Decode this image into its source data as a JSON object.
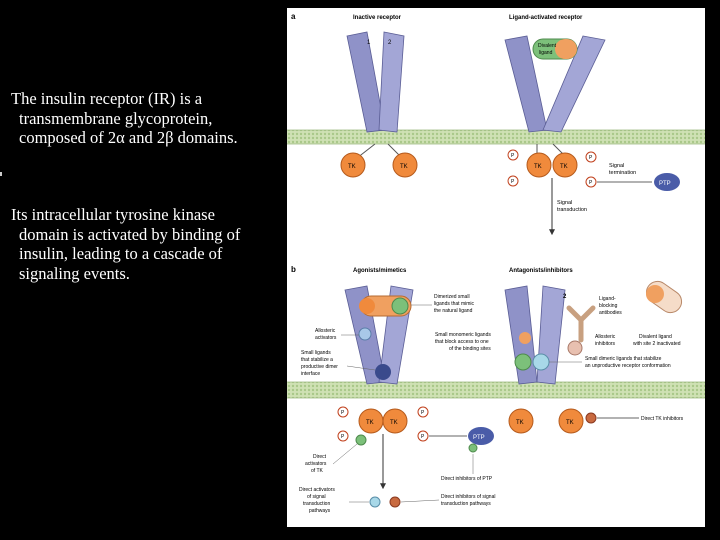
{
  "text": {
    "paragraph_1": {
      "line_1": "The insulin receptor (IR) is a",
      "line_2": "transmembrane glycoprotein,",
      "line_3": "composed of 2α and 2β domains."
    },
    "paragraph_2": {
      "line_1": "Its intracellular tyrosine kinase",
      "line_2": "domain is activated by binding of",
      "line_3": "insulin, leading to a cascade of",
      "line_4": "signaling events."
    }
  },
  "figure": {
    "panel_a": {
      "letter": "a",
      "inactive_title": "Inactive receptor",
      "active_title": "Ligand-activated receptor",
      "subunit_1": "1",
      "subunit_2": "2",
      "ligand_line_1": "Divalent",
      "ligand_line_2": "ligand",
      "tk": "TK",
      "p": "P",
      "ptp": "PTP",
      "signal_termination_1": "Signal",
      "signal_termination_2": "termination",
      "signal_transduction_1": "Signal",
      "signal_transduction_2": "transduction"
    },
    "panel_b": {
      "letter": "b",
      "agonists_title": "Agonists/mimetics",
      "antagonists_title": "Antagonists/inhibitors",
      "tk": "TK",
      "p": "P",
      "ptp": "PTP",
      "site_2": "2",
      "dimerized_1": "Dimerized small",
      "dimerized_2": "ligands that mimic",
      "dimerized_3": "the natural ligand",
      "allosteric_act_1": "Allosteric",
      "allosteric_act_2": "activators",
      "small_ligand_1": "Small ligands",
      "small_ligand_2": "that stabilize a",
      "small_ligand_3": "productive dimer",
      "small_ligand_4": "interface",
      "monomeric_1": "Small monomeric ligands",
      "monomeric_2": "that block access to one",
      "monomeric_3": "of the binding sites",
      "ligand_blocking_1": "Ligand-",
      "ligand_blocking_2": "blocking",
      "ligand_blocking_3": "antibodies",
      "allosteric_inh_1": "Allosteric",
      "allosteric_inh_2": "inhibitors",
      "divalent_inact_1": "Divalent ligand",
      "divalent_inact_2": "with site 2 inactivated",
      "dimeric_stab_1": "Small dimeric ligands that stabilize",
      "dimeric_stab_2": "an unproductive receptor conformation",
      "direct_tk_inhibitors": "Direct TK inhibitors",
      "direct_activators_tk_1": "Direct",
      "direct_activators_tk_2": "activators",
      "direct_activators_tk_3": "of TK",
      "direct_inhibitors_ptp": "Direct inhibitors of PTP",
      "direct_activators_sig_1": "Direct activators",
      "direct_activators_sig_2": "of signal",
      "direct_activators_sig_3": "transduction",
      "direct_activators_sig_4": "pathways",
      "direct_inhibitors_sig_1": "Direct inhibitors of signal",
      "direct_inhibitors_sig_2": "transduction pathways"
    }
  },
  "colors": {
    "background": "#000000",
    "text": "#ffffff",
    "receptor": "#8f92c8",
    "membrane": "#bfd7a0",
    "kinase": "#f08a3c",
    "ptp": "#4a5ca8",
    "ligand_green": "#7cc07a",
    "ligand_orange": "#f0a060"
  }
}
